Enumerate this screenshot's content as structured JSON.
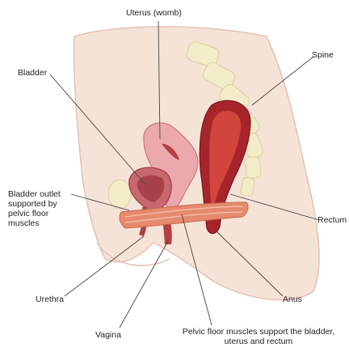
{
  "labels": {
    "uterus": "Uterus (womb)",
    "spine": "Spine",
    "bladder": "Bladder",
    "bladder_outlet": "Bladder outlet\nsupported by\npelvic floor\nmuscles",
    "rectum": "Rectum",
    "urethra": "Urethra",
    "anus": "Anus",
    "vagina": "Vagina",
    "pelvic_floor": "Pelvic floor muscles support the bladder,\nuterus and rectum"
  },
  "colors": {
    "body": "#f6e3d8",
    "body_outline": "#e3c2b2",
    "spine": "#f3ecc8",
    "bladder": "#c8686e",
    "uterus": "#eba9ad",
    "rectum": "#a8242b",
    "muscle": "#e58a6e",
    "leader": "#444444"
  }
}
